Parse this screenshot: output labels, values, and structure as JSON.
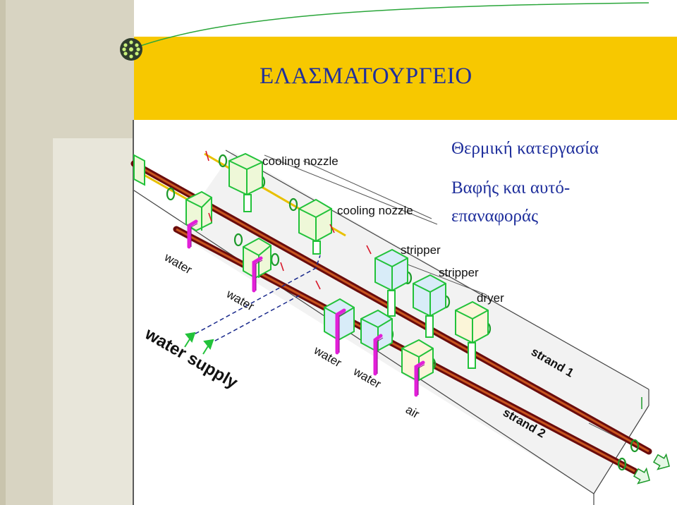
{
  "slide": {
    "title": "ΕΛΑΣΜΑΤΟΥΡΓΕΙΟ",
    "heading_line1": "Θερμική κατεργασία",
    "heading_line2": "Βαφής και αυτό-",
    "heading_line3": "επαναφοράς"
  },
  "labels": {
    "cooling_nozzle_1": "cooling nozzle",
    "cooling_nozzle_2": "cooling nozzle",
    "stripper_1": "stripper",
    "stripper_2": "stripper",
    "dryer": "dryer",
    "water_1": "water",
    "water_2": "water",
    "water_3": "water",
    "water_4": "water",
    "water_supply": "water supply",
    "air": "air",
    "strand_1": "strand 1",
    "strand_2": "strand 2"
  },
  "colors": {
    "title_band": "#f7c800",
    "title_text": "#1f2f9c",
    "box_green": "#22c23a",
    "box_fill_green": "#eef8d8",
    "box_fill_blue": "#d8ecf8",
    "pipe_red": "#b01818",
    "pipe_dark": "#5a0a0a",
    "water_pipe": "#e21fd8",
    "supply_arrow": "#22c23a",
    "dashed_line": "#1a2a8c"
  },
  "icons": {
    "logo": "green-dot-cluster-icon",
    "exit_arrows": "arrow-right-icon"
  }
}
